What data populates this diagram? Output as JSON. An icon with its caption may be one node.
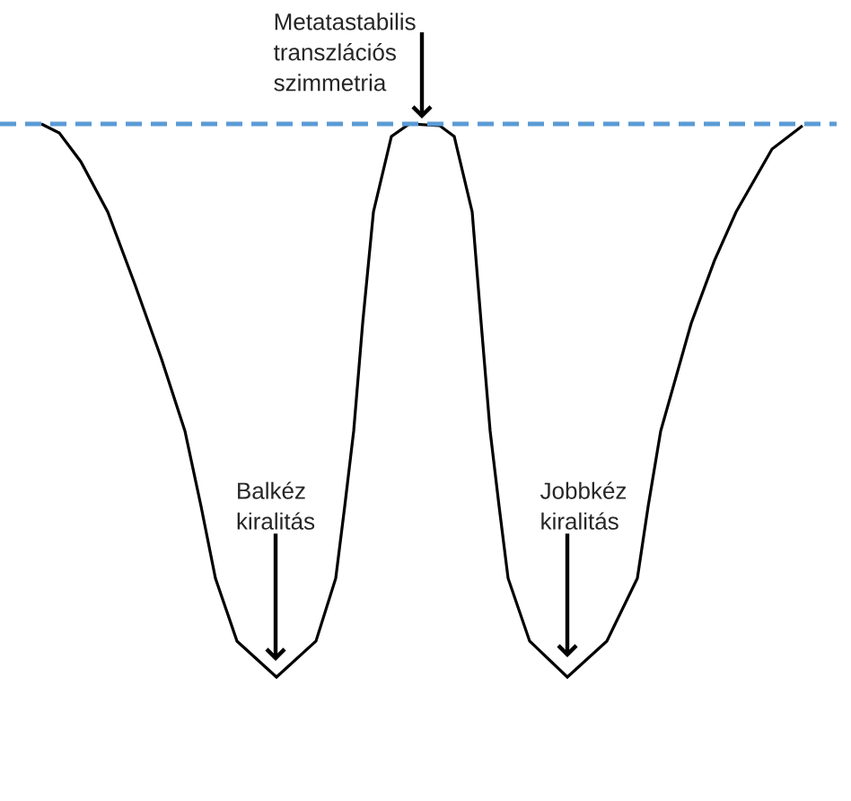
{
  "diagram": {
    "nodes": [
      {
        "text": [
          "Metatastabilis transzlációs szimmetria"
        ]
      },
      {
        "text": [
          "Balkéz kiralitás"
        ]
      },
      {
        "text": [
          "Jobbkéz kiralitás"
        ]
      }
    ],
    "edges": [
      {
        "from": 0,
        "to": null,
        "arrow": "to"
      },
      {
        "from": 1,
        "to": null,
        "arrow": "to"
      },
      {
        "from": 2,
        "to": null,
        "arrow": "to"
      }
    ]
  }
}
